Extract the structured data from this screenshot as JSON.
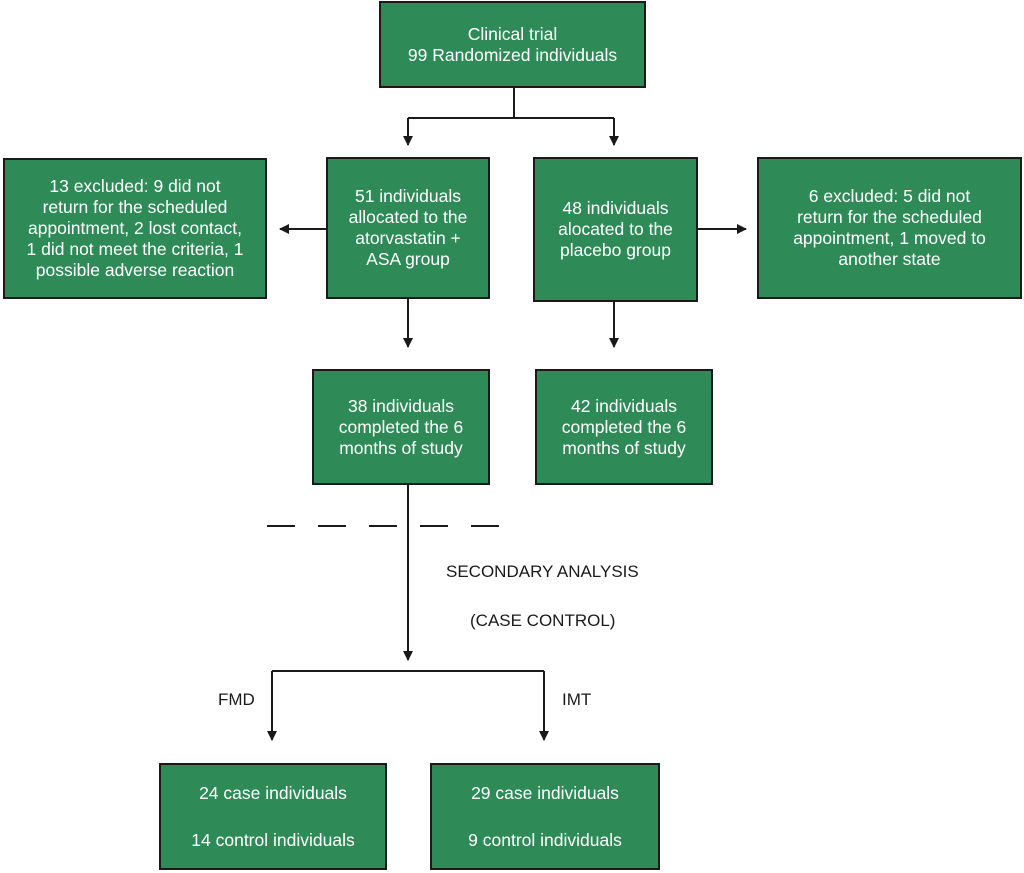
{
  "colors": {
    "box_fill": "#2e8b57",
    "box_border": "#1a1a1a",
    "box_text": "#ffffff",
    "line": "#1a1a1a"
  },
  "boxes": {
    "trial": [
      "Clinical trial",
      "99 Randomized individuals"
    ],
    "atorvastatin": [
      "51 individuals",
      "allocated to the",
      "atorvastatin +",
      "ASA group"
    ],
    "placebo": [
      "48 individuals",
      "alocated to the",
      "placebo group"
    ],
    "excluded_left": [
      "13 excluded: 9 did not",
      "return for the scheduled",
      "appointment, 2 lost contact,",
      "1 did not meet the criteria, 1",
      "possible adverse reaction"
    ],
    "excluded_right": [
      "6 excluded: 5 did not",
      "return for the scheduled",
      "appointment, 1 moved to",
      "another state"
    ],
    "completed_atorvastatin": [
      "38 individuals",
      "completed the 6",
      "months of study"
    ],
    "completed_placebo": [
      "42 individuals",
      "completed the 6",
      "months of study"
    ],
    "fmd_result": {
      "case": "24 case individuals",
      "control": "14 control individuals"
    },
    "imt_result": {
      "case": "29 case individuals",
      "control": "9 control individuals"
    }
  },
  "labels": {
    "secondary_analysis": "SECONDARY ANALYSIS",
    "case_control": "(CASE CONTROL)",
    "fmd": "FMD",
    "imt": "IMT"
  }
}
